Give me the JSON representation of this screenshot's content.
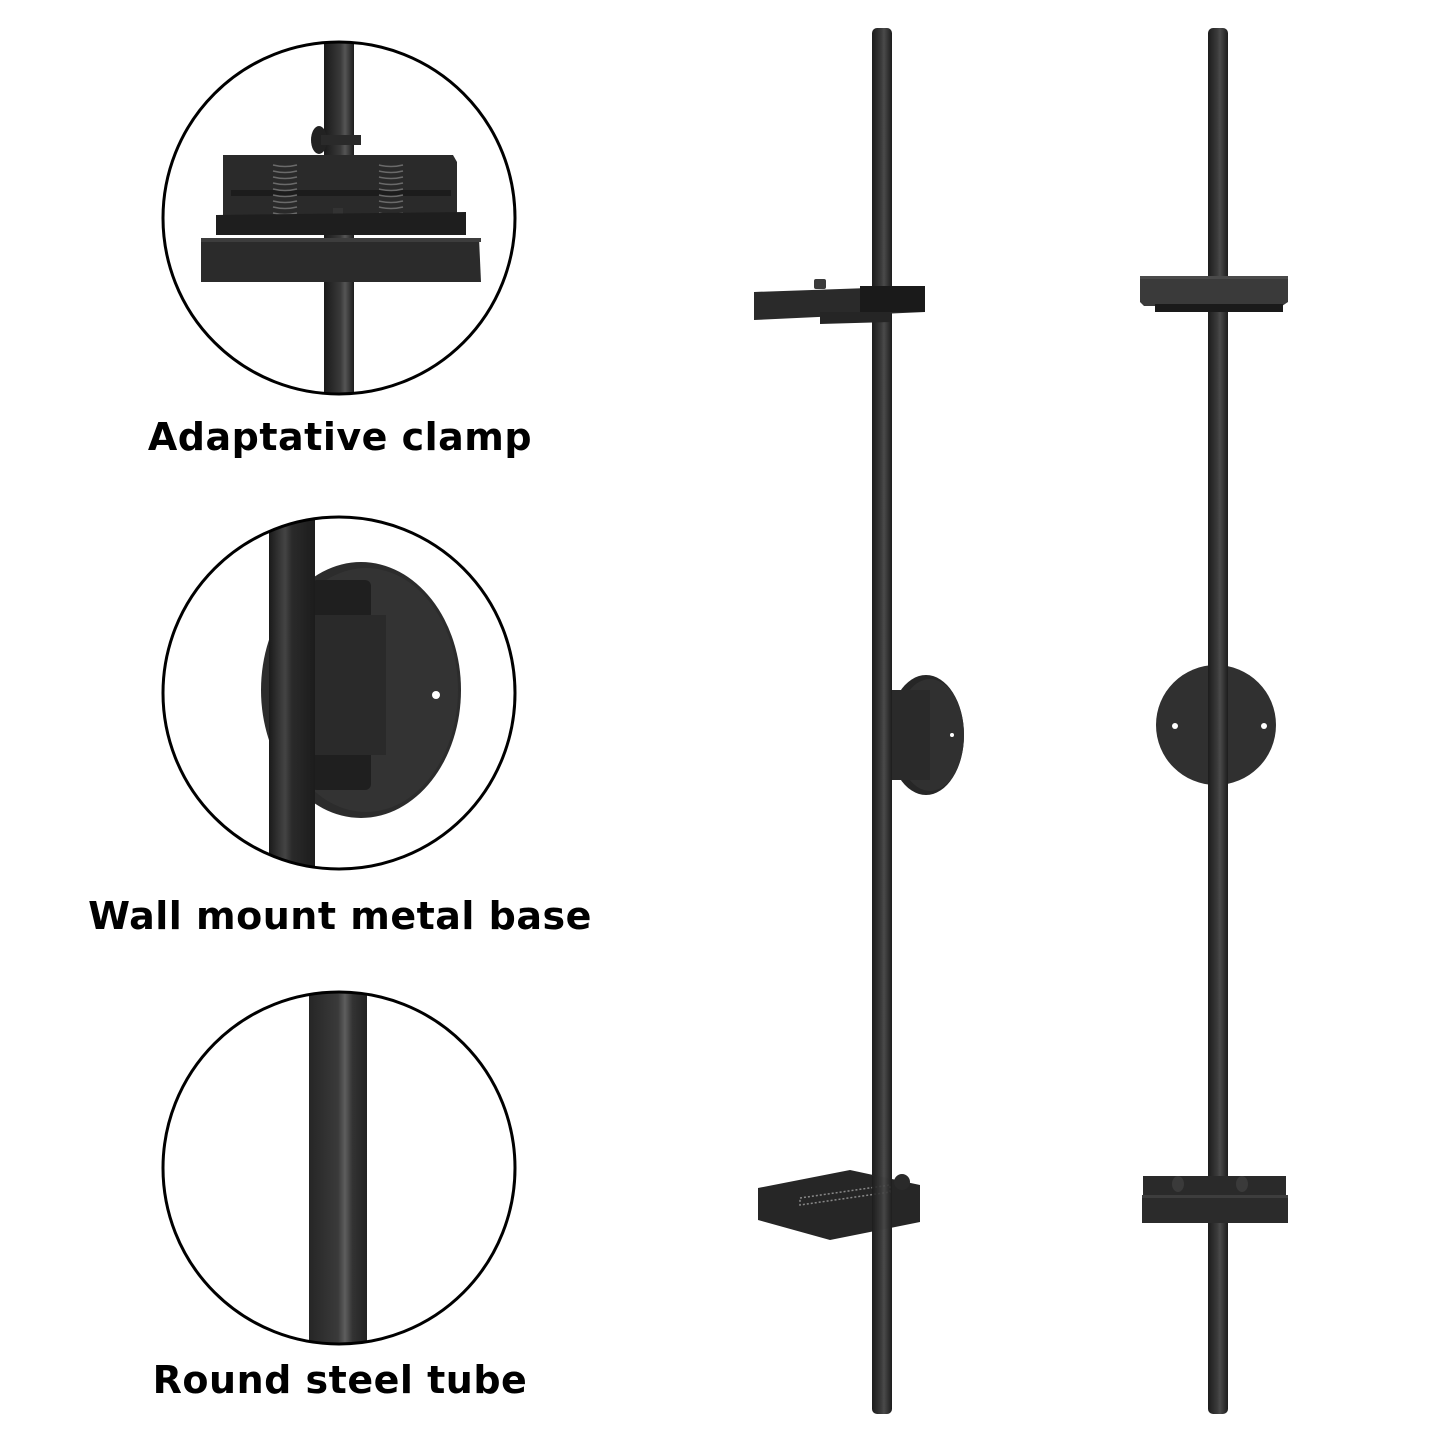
{
  "features": [
    {
      "id": "clamp",
      "label": "Adaptative clamp",
      "icon": "spring-clamp-icon"
    },
    {
      "id": "base",
      "label": "Wall mount metal base",
      "icon": "wall-mount-plate-icon"
    },
    {
      "id": "tube",
      "label": "Round steel tube",
      "icon": "steel-tube-icon"
    }
  ],
  "products": [
    {
      "view": "side-angle",
      "parts": [
        "top-clamp",
        "wall-mount",
        "bottom-clamp"
      ]
    },
    {
      "view": "front",
      "parts": [
        "top-clamp",
        "wall-mount",
        "bottom-clamp"
      ]
    }
  ],
  "colors": {
    "background": "#ffffff",
    "metal_dark": "#1e1e1e",
    "metal_mid": "#2e2e2e",
    "metal_light": "#4a4a4a",
    "circle_border": "#000000",
    "text": "#000000"
  }
}
